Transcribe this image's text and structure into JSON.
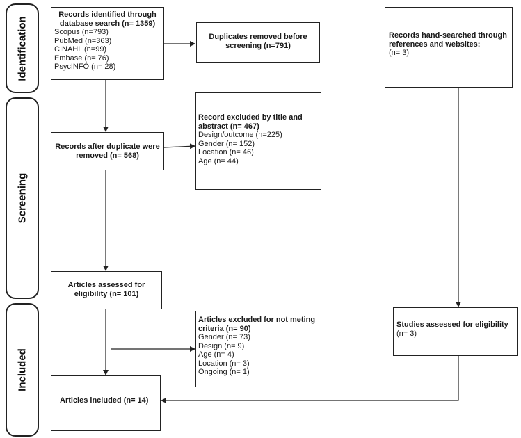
{
  "phases": {
    "identification": "Identification",
    "screening": "Screening",
    "included": "Included"
  },
  "boxes": {
    "database_search": {
      "title": "Records identified through database search (n= 1359)",
      "items": [
        "Scopus (n=793)",
        "PubMed (n=363)",
        " CINAHL (n=99)",
        "Embase (n= 76)",
        "PsycINFO (n= 28)"
      ]
    },
    "duplicates_removed": {
      "title": "Duplicates removed before screening (n=791)"
    },
    "hand_searched": {
      "title": "Records hand-searched through references and websites:",
      "items": [
        "(n= 3)"
      ]
    },
    "after_duplicates": {
      "title": "Records after duplicate were removed (n= 568)"
    },
    "excluded_title_abstract": {
      "title": "Record excluded by title and abstract (n= 467)",
      "items": [
        "Design/outcome (n=225)",
        "Gender (n= 152)",
        "Location (n= 46)",
        "Age (n= 44)"
      ]
    },
    "assessed_eligibility": {
      "title": "Articles assessed for eligibility (n= 101)"
    },
    "excluded_criteria": {
      "title": "Articles excluded for not meting criteria (n= 90)",
      "items": [
        "Gender (n= 73)",
        "Design (n= 9)",
        "Age (n= 4)",
        "Location (n= 3)",
        "Ongoing (n= 1)"
      ]
    },
    "studies_assessed": {
      "title": "Studies assessed for eligibility",
      "items": [
        " (n= 3)"
      ]
    },
    "articles_included": {
      "title": "Articles included (n= 14)"
    }
  }
}
